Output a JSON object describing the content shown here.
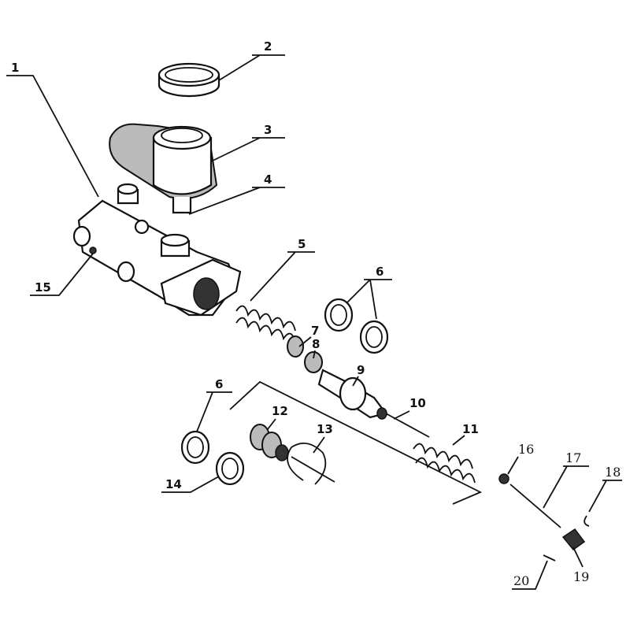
{
  "diagram": {
    "callouts": {
      "c1": "1",
      "c2": "2",
      "c3": "3",
      "c4": "4",
      "c5": "5",
      "c6a": "6",
      "c7": "7",
      "c8": "8",
      "c9": "9",
      "c10": "10",
      "c11": "11",
      "c6b": "6",
      "c12": "12",
      "c13": "13",
      "c14": "14",
      "c15": "15",
      "c16": "16",
      "c17": "17",
      "c18": "18",
      "c19": "19",
      "c20": "20"
    }
  }
}
